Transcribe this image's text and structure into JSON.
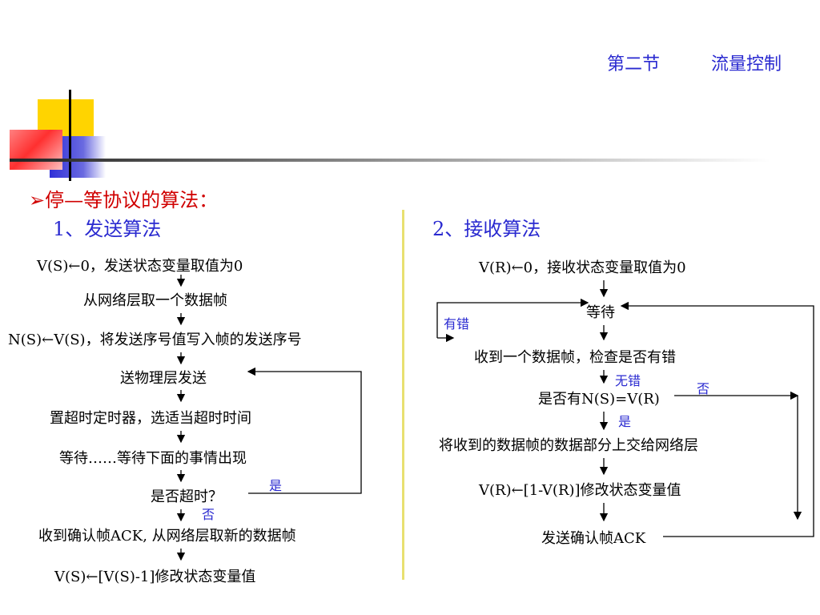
{
  "header": {
    "section": "第二节",
    "topic": "流量控制"
  },
  "title": {
    "bullet": "➢",
    "text": "停—等协议的算法："
  },
  "send": {
    "heading": "1、发送算法",
    "steps": [
      "V(S)←0，发送状态变量取值为0",
      "从网络层取一个数据帧",
      "N(S)←V(S)，将发送序号值写入帧的发送序号",
      "送物理层发送",
      "置超时定时器，选适当超时时间",
      "等待……等待下面的事情出现",
      "是否超时？",
      "收到确认帧ACK, 从网络层取新的数据帧",
      "V(S)←[V(S)-1]修改状态变量值"
    ],
    "labels": {
      "yes": "是",
      "no": "否"
    }
  },
  "recv": {
    "heading": "2、接收算法",
    "steps": [
      "V(R)←0，接收状态变量取值为0",
      "等待",
      "收到一个数据帧，检查是否有错",
      "是否有N(S)=V(R)",
      "将收到的数据帧的数据部分上交给网络层",
      "V(R)←[1-V(R)]修改状态变量值",
      "发送确认帧ACK"
    ],
    "labels": {
      "has_error": "有错",
      "no_error": "无错",
      "yes": "是",
      "no": "否"
    }
  }
}
